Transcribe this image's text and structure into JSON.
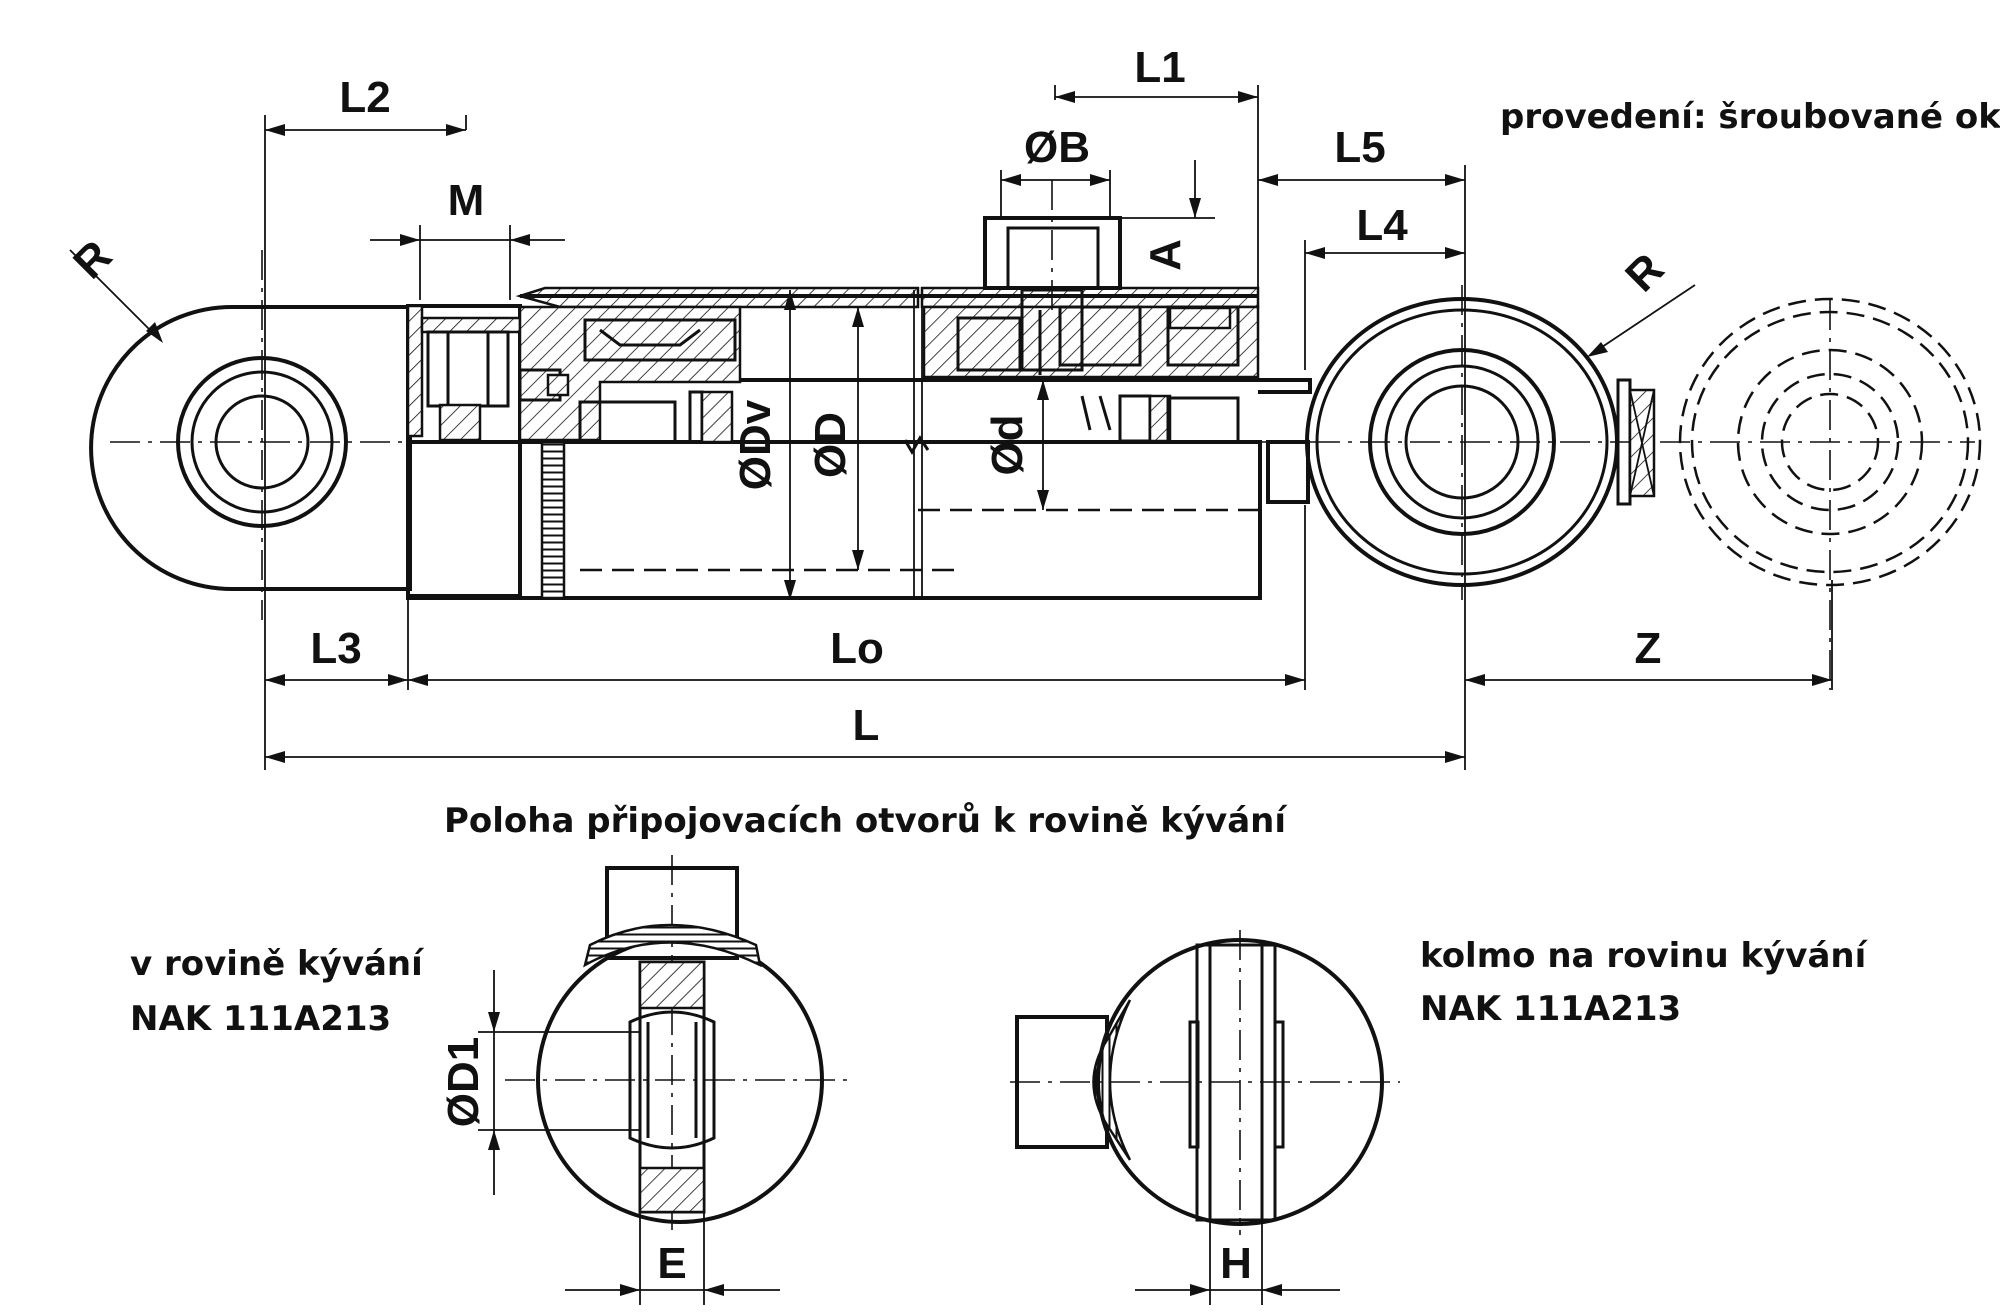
{
  "labels": {
    "R_left": "R",
    "R_right": "R",
    "L1": "L1",
    "L2": "L2",
    "L3": "L3",
    "L4": "L4",
    "L5": "L5",
    "M": "M",
    "B": "ØB",
    "A": "A",
    "Dv": "ØDv",
    "D": "ØD",
    "d": "Ød",
    "Lo": "Lo",
    "L": "L",
    "Z": "Z",
    "D1": "ØD1",
    "E": "E",
    "H": "H"
  },
  "notes": {
    "variant": "provedení: šroubované oko",
    "section_title": "Poloha připojovacích otvorů k rovině kývání",
    "left_view_line1": "v rovině kývání",
    "left_view_line2": "NAK 111A213",
    "right_view_line1": "kolmo na rovinu kývání",
    "right_view_line2": "NAK 111A213"
  }
}
